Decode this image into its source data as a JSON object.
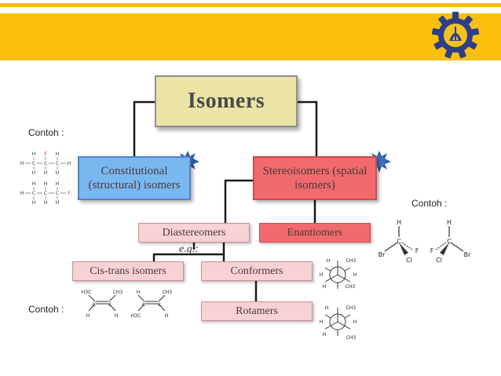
{
  "colors": {
    "banner": "#FBBF0E",
    "constitutional": "#79B7F1",
    "stereo": "#F06A6E",
    "light_pink": "#F7D1D4",
    "isomers": "#ECE4A6"
  },
  "diagram": {
    "isomers": "Isomers",
    "constitutional": "Constitutional (structural) isomers",
    "stereoisomers": "Stereoisomers (spatial isomers)",
    "diastereomers": "Diastereomers",
    "enantiomers": "Enantiomers",
    "cis_trans": "Cis-trans isomers",
    "conformers": "Conformers",
    "rotamers": "Rotamers",
    "eg": "e.g.:"
  },
  "labels": {
    "contoh_1": "Contoh :",
    "contoh_2": "Contoh :",
    "contoh_3": "Contoh :"
  },
  "molecules": {
    "atoms": {
      "H": "H",
      "C": "C",
      "F": "F",
      "Br": "Br",
      "Cl": "Cl",
      "CH3": "CH3",
      "H3C": "H3C"
    }
  },
  "icons": [
    "university-logo",
    "star-marker-icon"
  ]
}
